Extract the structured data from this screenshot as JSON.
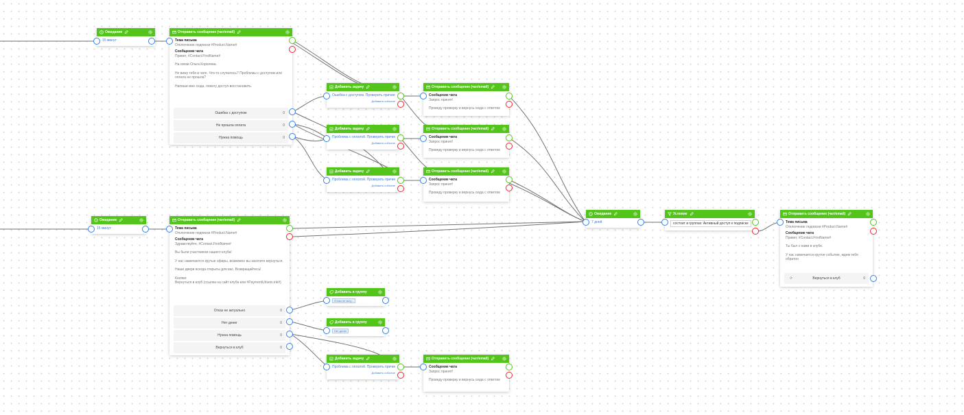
{
  "colors": {
    "header": "#52c41a",
    "port_in": "#2f80ed",
    "port_ok": "#52c41a",
    "port_err": "#f5222d",
    "edge": "#6f6f6f"
  },
  "icons": {
    "clock": "clock-icon",
    "send": "send-message-icon",
    "edit": "pencil-icon",
    "gear": "gear-icon",
    "task": "task-icon",
    "group": "add-group-icon",
    "filter": "filter-icon",
    "refresh": "refresh-icon"
  },
  "labels": {
    "wait": "Ожидание",
    "send": "Отправить сообщение (чат/email)",
    "task": "Добавить задачу",
    "group": "Добавить в группу",
    "condition": "Условие",
    "email_subject_label": "Тема письма",
    "chat_message_label": "Сообщение чата",
    "chat_request": "Запрос принят!",
    "chat_reply": "Проведу проверку и вернусь сюда с ответом",
    "add_event": "Добавить событие"
  },
  "wait1": {
    "value": "15 минут"
  },
  "wait2": {
    "value": "15 минут"
  },
  "wait3": {
    "value": "7 дней"
  },
  "send1": {
    "subject": "Отключение подписки #Product.Name#",
    "greeting": "Привет, #Contact.FirstName#",
    "lines": [
      "На связи Ольга Королева.",
      "Не вижу тебя в чате. Что-то случилось? Проблемы с доступом или оплата не прошла?",
      "Напиши мне сюда, помогу доступ восстановить."
    ],
    "buttons": [
      {
        "label": "Ошибка с доступом",
        "count": "0"
      },
      {
        "label": "Не прошла оплата",
        "count": "0"
      },
      {
        "label": "Нужна помощь",
        "count": "0"
      }
    ]
  },
  "send2": {
    "subject": "Отключение подписки #Product.Name#",
    "greeting": "Здравствуйте, #Contact.FirstName#",
    "lines": [
      "Вы были участником нашего клуба!",
      "У нас намечаются крутые эфиры, возможно вы захотите вернуться.",
      "Наши двери всегда открыты для вас. Возвращайтесь!",
      "Кнопки:",
      "Вернуться в клуб (ссылка на сайт клуба или #PaymentUrlsets.ink#)"
    ],
    "buttons": [
      {
        "label": "Отказ не актуально",
        "count": "0"
      },
      {
        "label": "Нет денег",
        "count": "0"
      },
      {
        "label": "Нужна помощь",
        "count": "0"
      },
      {
        "label": "Вернуться в клуб",
        "count": "0"
      }
    ]
  },
  "send3": {
    "subject": "Отключение подписки #Product.Name#",
    "greeting": "Привет, #Contact.FirstName#",
    "lines": [
      "Ты был с нами в клубе.",
      "У нас намечается крутое событие, ждем тебя обратно"
    ],
    "buttons": [
      {
        "label": "Вернуться в клуб",
        "count": "0"
      }
    ]
  },
  "tasks": [
    {
      "text": "Ошибка с доступом. Проверить причину"
    },
    {
      "text": "Проблема с оплатой. Проверить причину"
    },
    {
      "text": "Проблема с оплатой. Проверить причину"
    },
    {
      "text": "Проблема с оплатой. Проверить причину"
    }
  ],
  "groups": [
    {
      "tag": "Отказ не акту..."
    },
    {
      "tag": "Нет денег"
    }
  ],
  "condition": {
    "text": "состоит в группах: Активный доступ к подписке"
  }
}
